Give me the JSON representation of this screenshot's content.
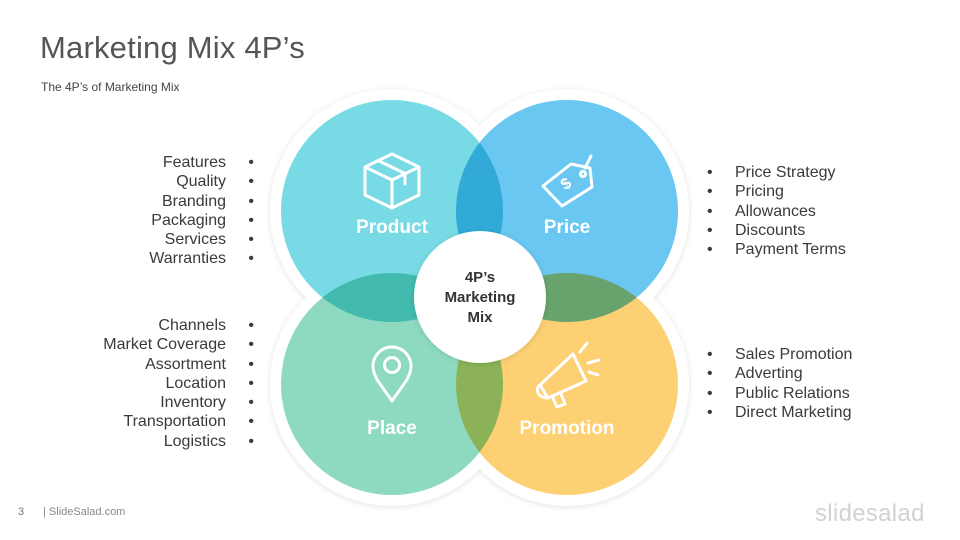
{
  "header": {
    "title": "Marketing Mix 4P’s",
    "subtitle": "The 4P’s of Marketing Mix"
  },
  "center": {
    "lines": [
      "4P’s",
      "Marketing",
      "Mix"
    ],
    "color": "#333333"
  },
  "quadrants": {
    "product": {
      "label": "Product",
      "color": "#5fd3df",
      "icon": "box-icon",
      "items": [
        "Features",
        "Quality",
        "Branding",
        "Packaging",
        "Services",
        "Warranties"
      ]
    },
    "price": {
      "label": "Price",
      "color": "#4fbdef",
      "icon": "price-tag-icon",
      "items": [
        "Price Strategy",
        "Pricing",
        "Allowances",
        "Discounts",
        "Payment Terms"
      ]
    },
    "place": {
      "label": "Place",
      "color": "#79d3b6",
      "icon": "map-pin-icon",
      "items": [
        "Channels",
        "Market Coverage",
        "Assortment",
        "Location",
        "Inventory",
        "Transportation",
        "Logistics"
      ]
    },
    "promotion": {
      "label": "Promotion",
      "color": "#fcc85a",
      "icon": "megaphone-icon",
      "items": [
        "Sales Promotion",
        "Adverting",
        "Public Relations",
        "Direct Marketing"
      ]
    }
  },
  "footer": {
    "page_number": "3",
    "site": "| SlideSalad.com",
    "brand": "slidesalad"
  }
}
